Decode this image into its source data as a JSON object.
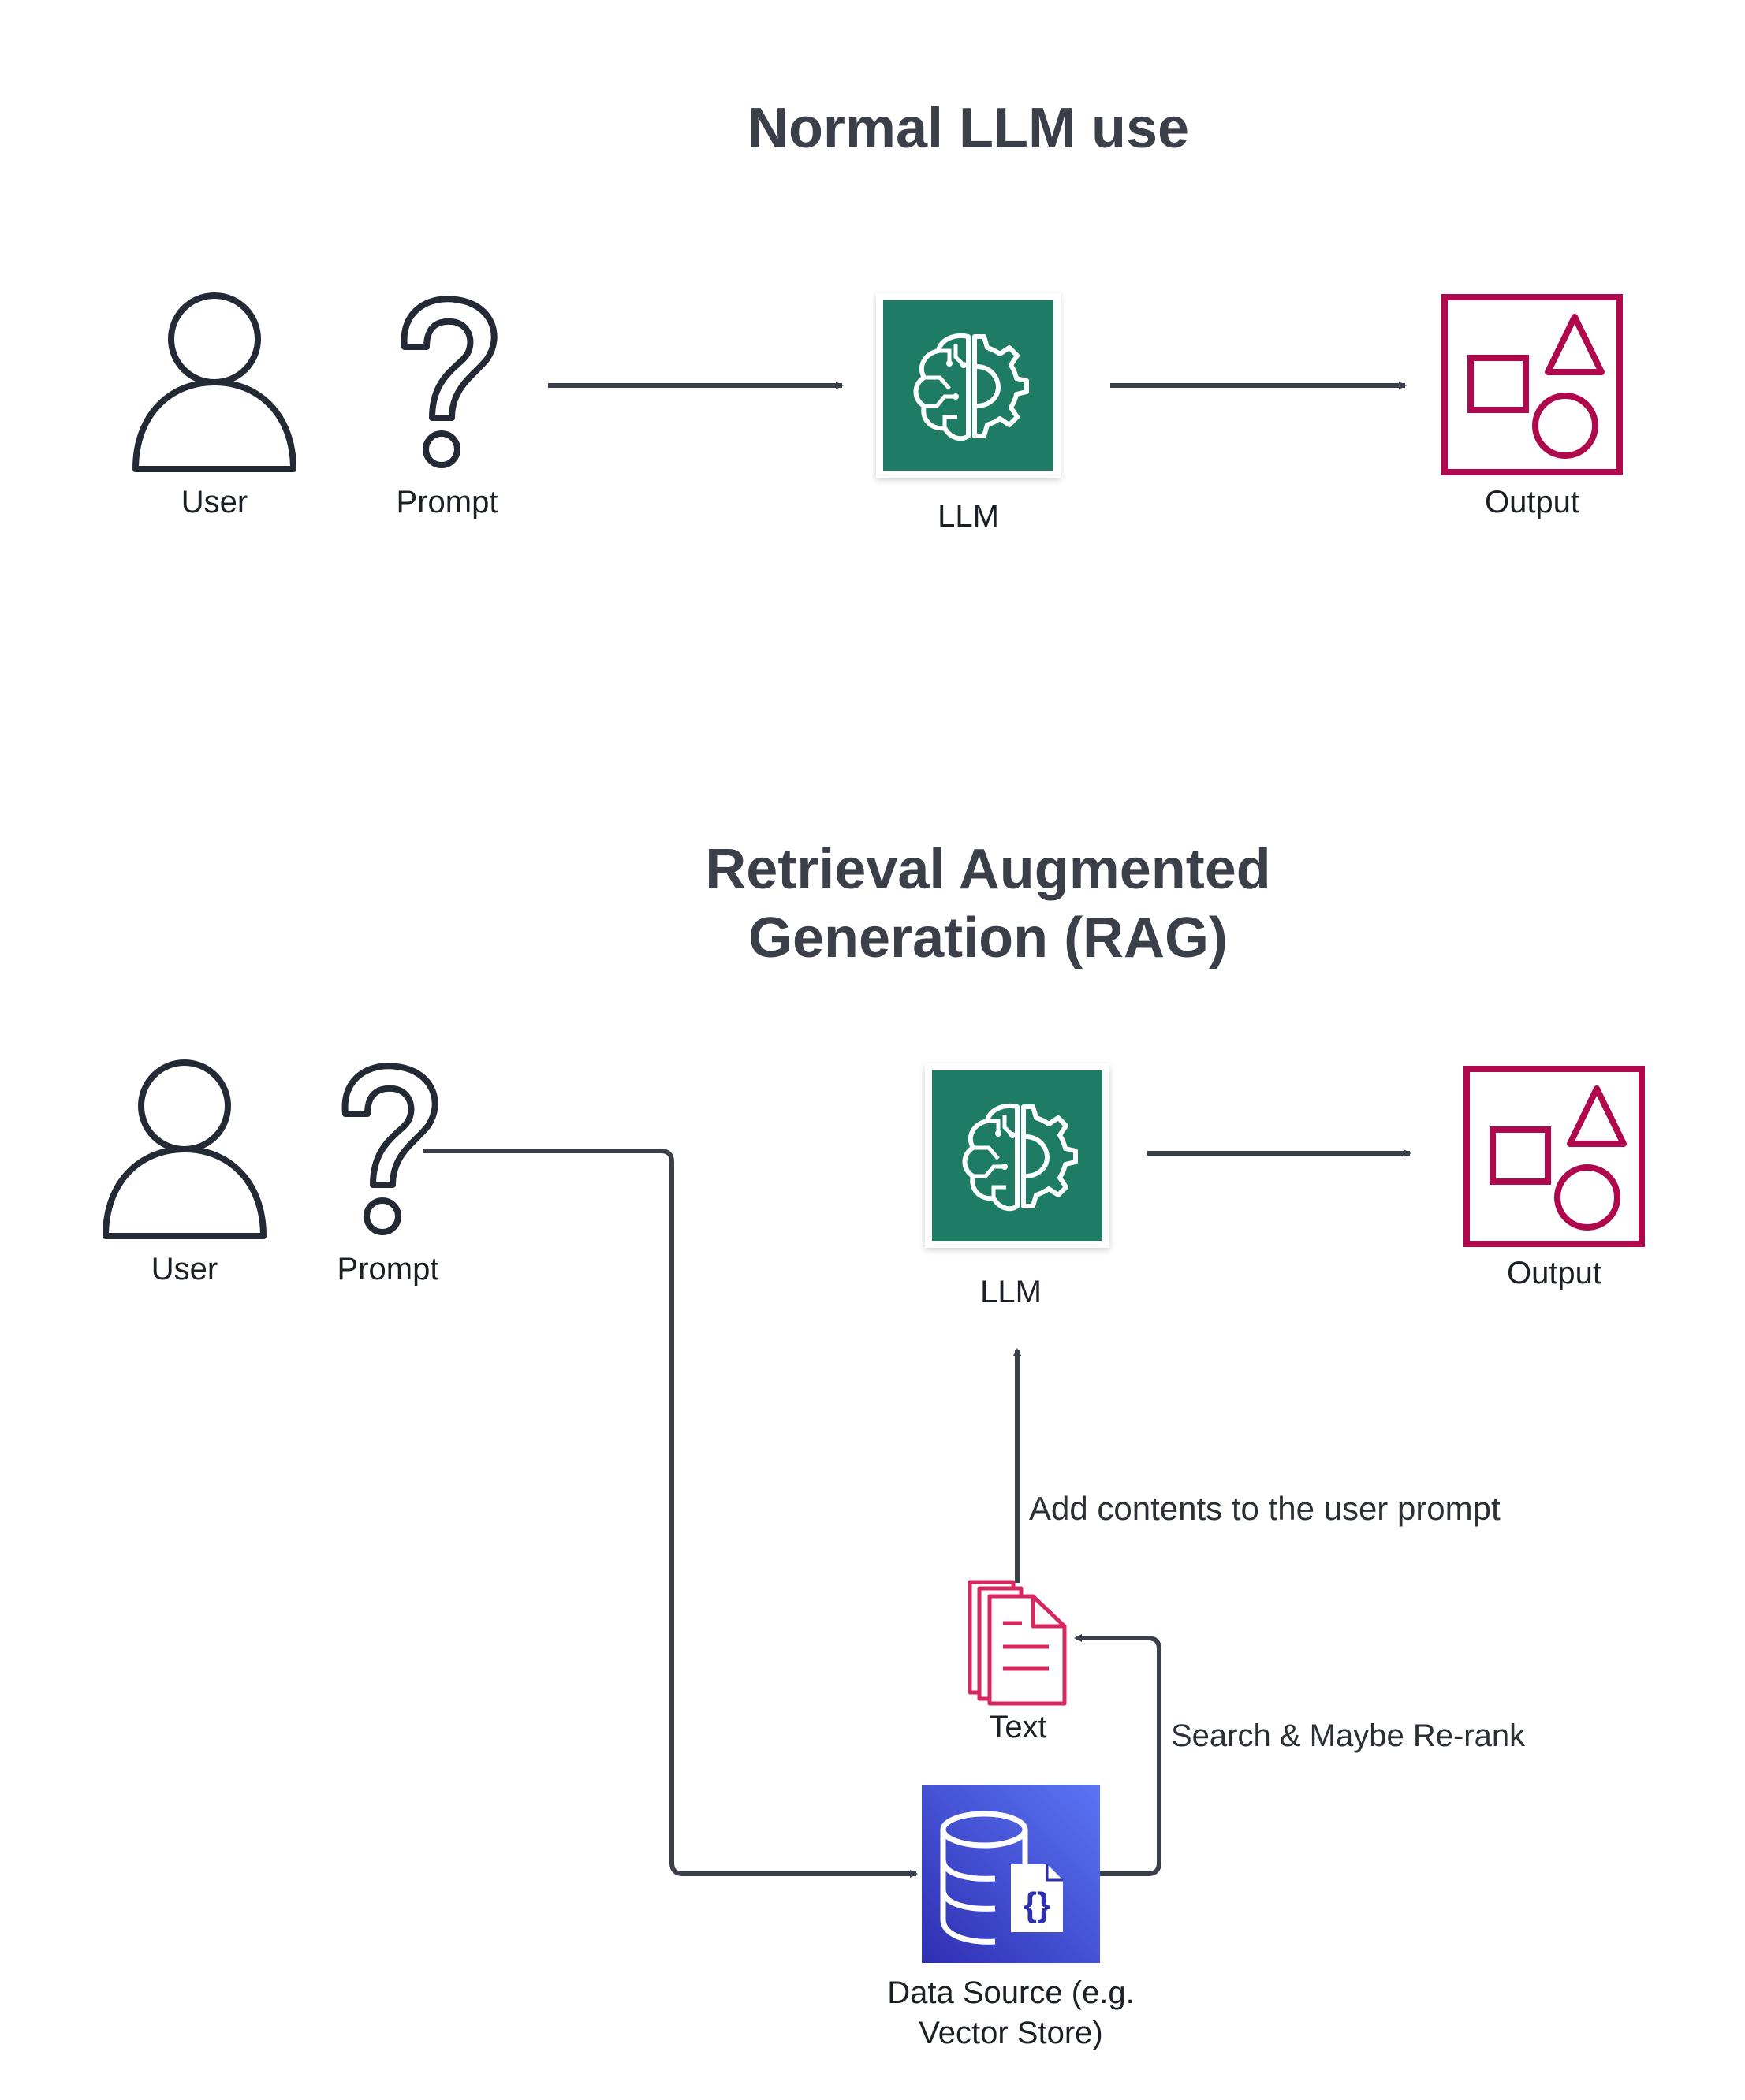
{
  "diagram_normal": {
    "title": "Normal LLM use",
    "nodes": {
      "user": "User",
      "prompt": "Prompt",
      "llm": "LLM",
      "output": "Output"
    }
  },
  "diagram_rag": {
    "title_line1": "Retrieval Augmented",
    "title_line2": "Generation (RAG)",
    "nodes": {
      "user": "User",
      "prompt": "Prompt",
      "llm": "LLM",
      "output": "Output",
      "text": "Text",
      "data_source_line1": "Data Source (e.g.",
      "data_source_line2": "Vector Store)"
    },
    "edges": {
      "add_contents": "Add contents to the user prompt",
      "search": "Search & Maybe Re-rank"
    }
  },
  "colors": {
    "line": "#3a3f4a",
    "icon_dark": "#232a36",
    "llm_green": "#1e7c65",
    "output_crimson": "#b0084d",
    "text_pink": "#d6285e",
    "db_blue_top": "#5a75f5",
    "db_blue_bottom": "#2f2fb2"
  },
  "icons": {
    "user": "user-icon",
    "prompt": "question-mark-icon",
    "llm": "brain-gear-icon",
    "output": "shapes-icon",
    "text": "documents-icon",
    "data_source": "database-json-icon"
  }
}
